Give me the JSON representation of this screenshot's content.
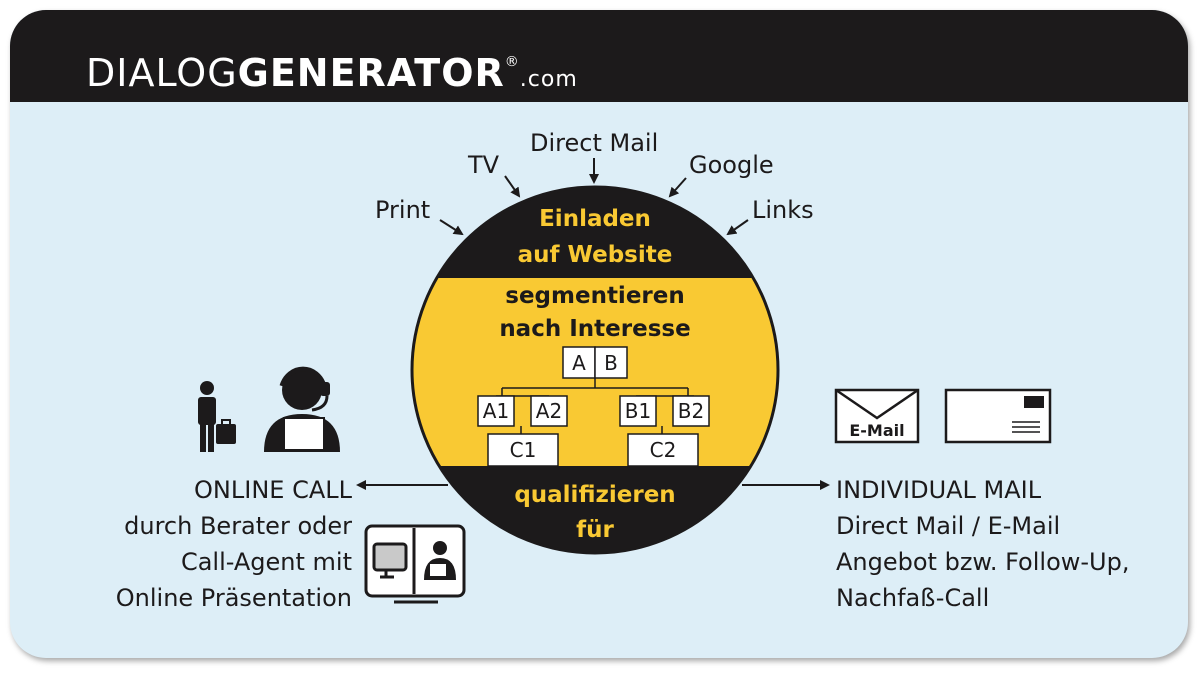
{
  "brand": {
    "light": "DIALOG",
    "bold": "GENERATOR",
    "reg": "®",
    "domain": ".com"
  },
  "channels": [
    "Print",
    "TV",
    "Direct Mail",
    "Google",
    "Links"
  ],
  "circle": {
    "top_line1": "Einladen",
    "top_line2": "auf Website",
    "mid_line1": "segmentieren",
    "mid_line2": "nach Interesse",
    "bottom_line1": "qualifizieren",
    "bottom_line2": "für"
  },
  "tree": {
    "root_a": "A",
    "root_b": "B",
    "a1": "A1",
    "a2": "A2",
    "b1": "B1",
    "b2": "B2",
    "c1": "C1",
    "c2": "C2"
  },
  "left": {
    "title": "ONLINE CALL",
    "lines": [
      "durch Berater oder",
      "Call-Agent mit",
      "Online Präsentation"
    ]
  },
  "right": {
    "title": "INDIVIDUAL MAIL",
    "lines": [
      "Direct Mail / E-Mail",
      "Angebot bzw. Follow-Up,",
      "Nachfaß-Call"
    ],
    "email_label": "E-Mail"
  },
  "colors": {
    "black": "#1c1a1b",
    "yellow": "#f9c933",
    "background": "#ddeef7",
    "white": "#ffffff"
  }
}
